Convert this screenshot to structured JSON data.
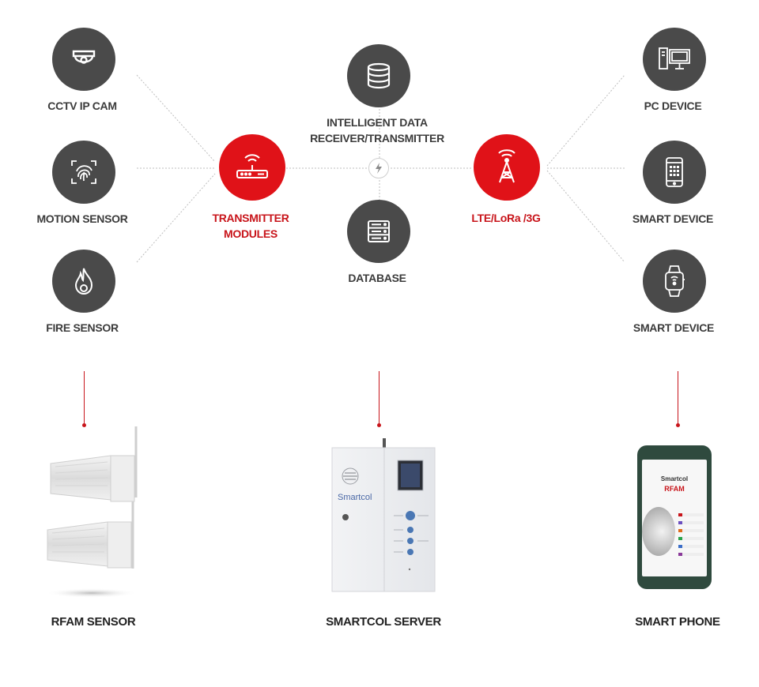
{
  "left_nodes": [
    {
      "label": "CCTV IP CAM",
      "icon": "cctv-camera-icon"
    },
    {
      "label": "MOTION SENSOR",
      "icon": "fingerprint-icon"
    },
    {
      "label": "FIRE SENSOR",
      "icon": "flame-icon"
    }
  ],
  "transmitter": {
    "label_line1": "TRANSMITTER",
    "label_line2": "MODULES",
    "icon": "router-icon"
  },
  "center": {
    "top_label_line1": "INTELLIGENT DATA",
    "top_label_line2": "RECEIVER/TRANSMITTER",
    "top_icon": "database-stack-icon",
    "bottom_label": "DATABASE",
    "bottom_icon": "server-rack-icon",
    "hub_icon": "lightning-icon"
  },
  "network": {
    "label": "LTE/LoRa /3G",
    "icon": "antenna-tower-icon"
  },
  "right_nodes": [
    {
      "label": "PC DEVICE",
      "icon": "desktop-pc-icon"
    },
    {
      "label": "SMART DEVICE",
      "icon": "smartphone-icon"
    },
    {
      "label": "SMART DEVICE",
      "icon": "smartwatch-icon"
    }
  ],
  "products": [
    {
      "label": "RFAM SENSOR"
    },
    {
      "label": "SMARTCOL SERVER",
      "brand": "Smartcol"
    },
    {
      "label": "SMART PHONE",
      "app_brand": "Smartcol",
      "app_title": "RFAM"
    }
  ],
  "colors": {
    "accent": "#e01218",
    "node": "#4a4a4a",
    "text": "#3b3b3b"
  }
}
